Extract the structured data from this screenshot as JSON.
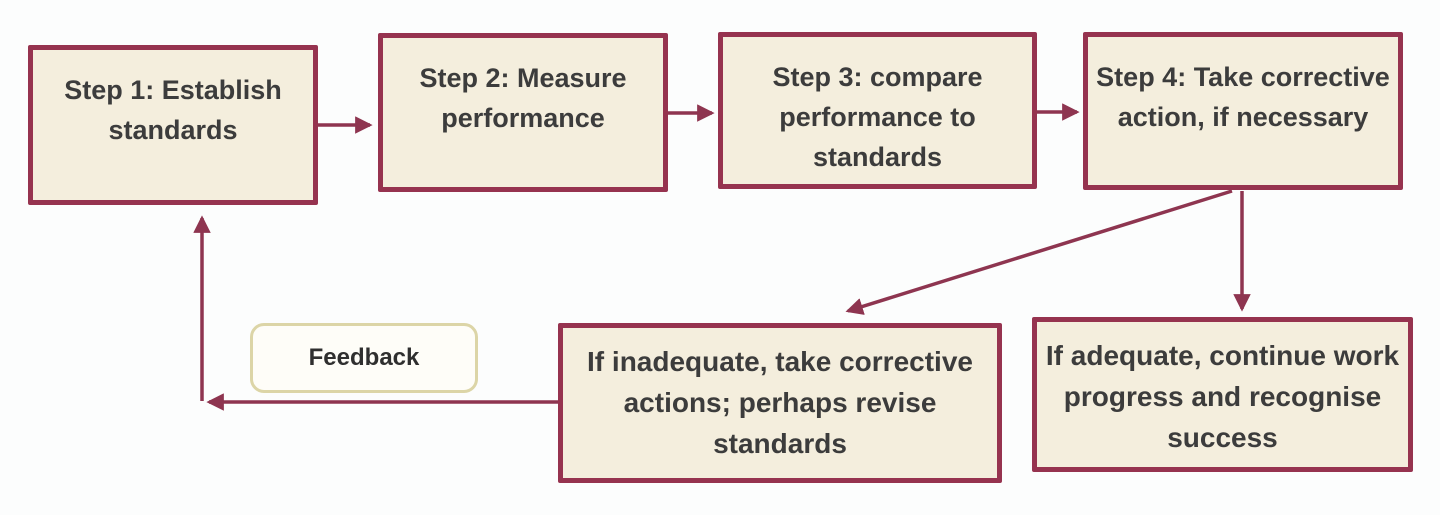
{
  "diagram": {
    "steps": [
      {
        "id": "step1",
        "label": "Step 1: Establish standards"
      },
      {
        "id": "step2",
        "label": "Step 2: Measure performance"
      },
      {
        "id": "step3",
        "label": "Step 3: compare performance to standards"
      },
      {
        "id": "step4",
        "label": "Step 4: Take corrective action, if necessary"
      }
    ],
    "outcomes": [
      {
        "id": "inadequate",
        "label": "If inadequate, take corrective actions; perhaps revise standards"
      },
      {
        "id": "adequate",
        "label": "If adequate, continue work progress and recognise success"
      }
    ],
    "feedback_label": "Feedback",
    "connectors": [
      {
        "from": "step1",
        "to": "step2"
      },
      {
        "from": "step2",
        "to": "step3"
      },
      {
        "from": "step3",
        "to": "step4"
      },
      {
        "from": "step4",
        "to": "inadequate"
      },
      {
        "from": "step4",
        "to": "adequate"
      },
      {
        "from": "inadequate",
        "to": "step1",
        "via": "feedback"
      }
    ],
    "colors": {
      "box_border": "#96334f",
      "box_fill": "#f4eedd",
      "arrow": "#8e3550",
      "feedback_border": "#dcd5a7",
      "feedback_fill": "#fefdf8",
      "text": "#3c3c3c"
    }
  }
}
